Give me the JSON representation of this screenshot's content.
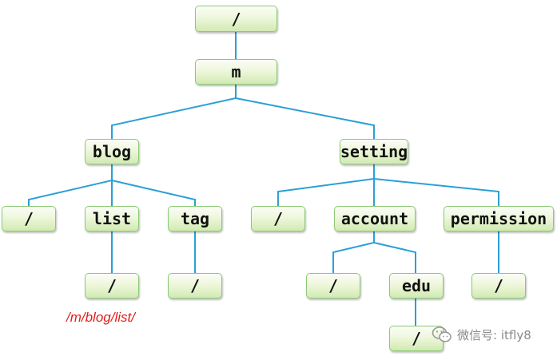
{
  "tree": {
    "root": {
      "label": "/"
    },
    "m": {
      "label": "m"
    },
    "blog": {
      "label": "blog",
      "children": {
        "root": "/",
        "list": "list",
        "tag": "tag"
      }
    },
    "list_child": {
      "label": "/"
    },
    "tag_child": {
      "label": "/"
    },
    "setting": {
      "label": "setting",
      "children": {
        "root": "/",
        "account": "account",
        "permission": "permission"
      }
    },
    "account_children": {
      "root": "/",
      "edu": "edu"
    },
    "edu_child": {
      "label": "/"
    },
    "permission_child": {
      "label": "/"
    }
  },
  "annotation": {
    "path_text": "/m/blog/list/"
  },
  "watermark": {
    "text": "微信号: itfly8",
    "icon": "wechat-icon"
  },
  "colors": {
    "edge": "#2aa0d6",
    "node_border": "#8cc978",
    "node_fill_top": "#fbfdf6",
    "node_fill_bottom": "#d2eab2",
    "annotation": "#e0201c",
    "watermark": "#8a8a8a"
  }
}
